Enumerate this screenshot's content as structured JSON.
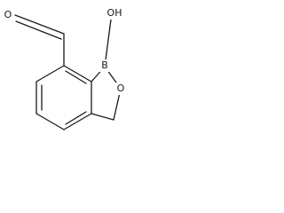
{
  "molecule": {
    "atoms": [
      {
        "id": "O_aldehyde",
        "label": "O"
      },
      {
        "id": "OH_group",
        "label": "OH"
      },
      {
        "id": "B_atom",
        "label": "B"
      },
      {
        "id": "O_ring",
        "label": "O"
      }
    ],
    "colors": {
      "bond": "#1a1a1a",
      "label": "#1a1a1a",
      "background": "#ffffff"
    }
  }
}
